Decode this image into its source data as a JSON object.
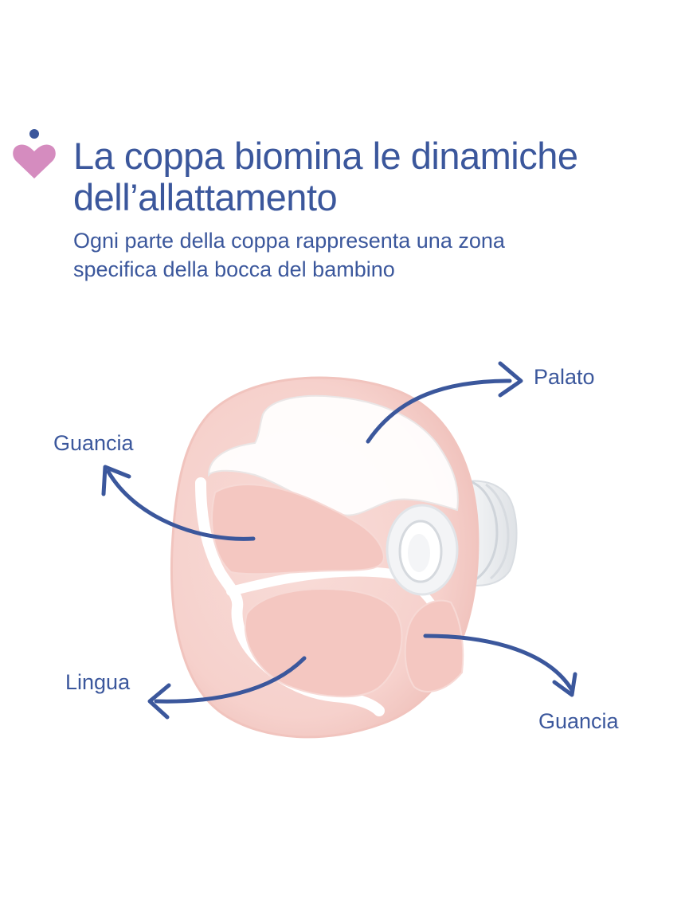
{
  "colors": {
    "text_blue": "#3b579c",
    "arrow_blue": "#3b579c",
    "logo_pink": "#d58cbf",
    "logo_dot": "#3b579c",
    "cup_pink": "#f6d3cf",
    "cup_pink_dark": "#efbdb7",
    "cup_clear": "#ffffff"
  },
  "logo": {
    "icon": "heart-with-dot-icon"
  },
  "header": {
    "title_line1": "La coppa biomina le dinamiche",
    "title_line2": "dell’allattamento",
    "subtitle_line1": "Ogni parte della coppa rappresenta una zona",
    "subtitle_line2": "specifica della bocca del bambino"
  },
  "labels": {
    "palato": "Palato",
    "guancia_left": "Guancia",
    "lingua": "Lingua",
    "guancia_right": "Guancia"
  }
}
